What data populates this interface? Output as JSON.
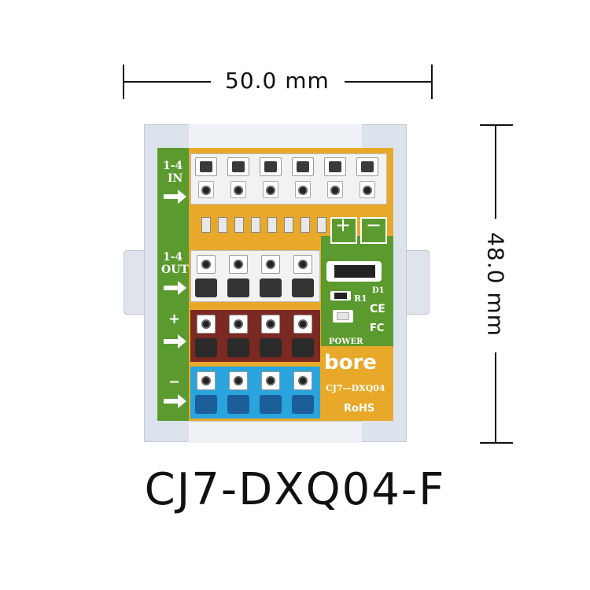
{
  "dimensions": {
    "width_label": "50.0 mm",
    "height_label": "48.0 mm"
  },
  "product": {
    "model_title": "CJ7-DXQ04-F",
    "brand": "bore",
    "board_model": "CJ7—DXQ04",
    "rohs": "RoHS",
    "ce_mark": "CE",
    "fc_mark": "FC",
    "power_label": "POWER",
    "r1_label": "R1",
    "d1_label": "D1",
    "plus_label": "+",
    "minus_label": "−"
  },
  "rows": {
    "in_label_line1": "1-4",
    "in_label_line2": "IN",
    "out_label_line1": "1-4",
    "out_label_line2": "OUT",
    "pos_label": "+",
    "neg_label": "−"
  },
  "colors": {
    "pcb": "#e8a92a",
    "pcb_green": "#5b9a2e",
    "rail": "#dde3ec",
    "white_block": "#f2f2f2",
    "brown_block": "#7a2a22",
    "blue_block": "#2aa4dc"
  }
}
